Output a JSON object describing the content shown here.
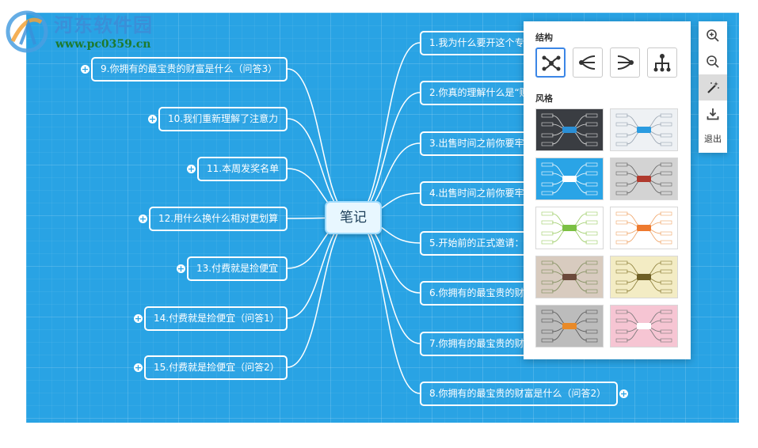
{
  "watermark": {
    "site_name": "河东软件园",
    "url": "www.pc0359.cn"
  },
  "mindmap": {
    "central_topic": "笔记",
    "right_topics": [
      "1.我为什么要开这个专",
      "2.你真的理解什么是“财",
      "3.出售时间之前你要牢",
      "4.出售时间之前你要牢",
      "5.开始前的正式邀请：",
      "6.你拥有的最宝贵的财",
      "7.你拥有的最宝贵的财",
      "8.你拥有的最宝贵的财富是什么（问答2）"
    ],
    "left_topics": [
      "9.你拥有的最宝贵的财富是什么（问答3）",
      "10.我们重新理解了注意力",
      "11.本周发奖名单",
      "12.用什么换什么相对更划算",
      "13.付费就是捡便宜",
      "14.付费就是捡便宜（问答1）",
      "15.付费就是捡便宜（问答2）"
    ],
    "expand_symbol": "+"
  },
  "style_panel": {
    "structure_heading": "结构",
    "style_heading": "风格",
    "structures": [
      "mindmap-icon",
      "left-tree-icon",
      "right-tree-icon",
      "org-chart-icon"
    ],
    "selected_structure": 0,
    "themes": [
      {
        "name": "theme-dark",
        "background": "#3a3d42",
        "center": "#2a8fd6",
        "line": "#dddddd"
      },
      {
        "name": "theme-light-gray",
        "background": "#eef1f4",
        "center": "#2a9be0",
        "line": "#9aa5b1"
      },
      {
        "name": "theme-blue",
        "background": "#2aa4e6",
        "center": "#ffffff",
        "line": "#ffffff"
      },
      {
        "name": "theme-gray-red",
        "background": "#d3d3d3",
        "center": "#b03a2e",
        "line": "#666666"
      },
      {
        "name": "theme-white-green",
        "background": "#ffffff",
        "center": "#7bc043",
        "line": "#9ccc65"
      },
      {
        "name": "theme-white-orange",
        "background": "#ffffff",
        "center": "#ee7a2f",
        "line": "#f0a467"
      },
      {
        "name": "theme-beige-brown",
        "background": "#d8cbbf",
        "center": "#6b4a3b",
        "line": "#7d8c5a"
      },
      {
        "name": "theme-cream-olive",
        "background": "#f3ecc4",
        "center": "#6e5f25",
        "line": "#8d7f3a"
      },
      {
        "name": "theme-gray-orange",
        "background": "#bcbcbc",
        "center": "#e98a28",
        "line": "#555555"
      },
      {
        "name": "theme-pink",
        "background": "#f6c5d3",
        "center": "#ffffff",
        "line": "#777777"
      }
    ]
  },
  "toolbar": {
    "tools": [
      "zoom-in-icon",
      "zoom-out-icon",
      "magic-wand-icon",
      "download-icon"
    ],
    "active_tool": 2,
    "exit_label": "退出"
  }
}
